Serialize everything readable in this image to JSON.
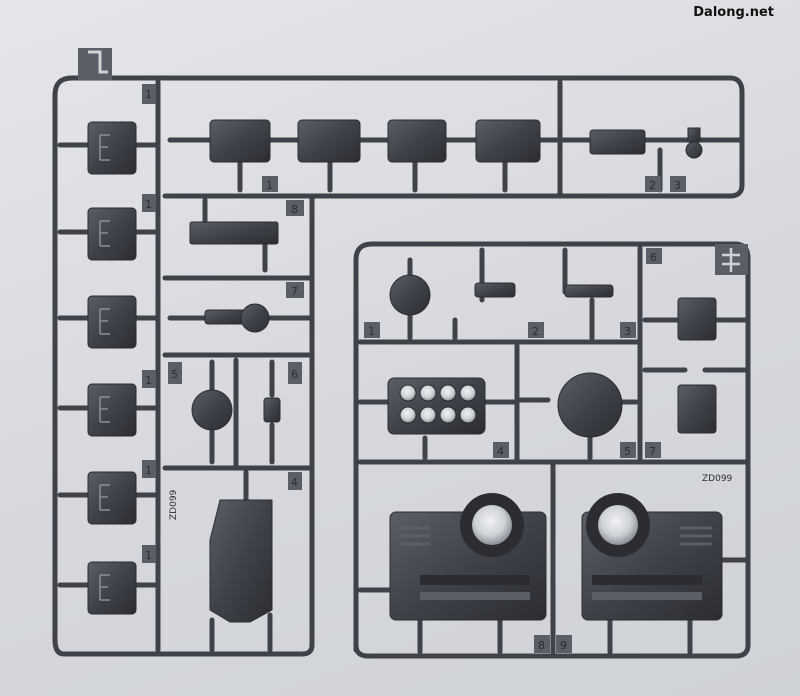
{
  "watermark": "Dalong.net",
  "photo": {
    "subject": "",
    "colors": {
      "background": "#d9dbe0",
      "plastic": "#3f4249",
      "plastic_dark": "#2b2d32",
      "plastic_light": "#5a5e66",
      "lens": "#cfd2d6"
    }
  },
  "left_sprue": {
    "part_numbers": [
      "1",
      "1",
      "1",
      "1",
      "1",
      "8",
      "7",
      "5",
      "6",
      "4",
      "1",
      "2",
      "3"
    ],
    "code": "ZD099"
  },
  "right_sprue": {
    "part_numbers": [
      "6",
      "1",
      "2",
      "3",
      "4",
      "5",
      "7",
      "8",
      "9"
    ],
    "code": "ZD099"
  }
}
